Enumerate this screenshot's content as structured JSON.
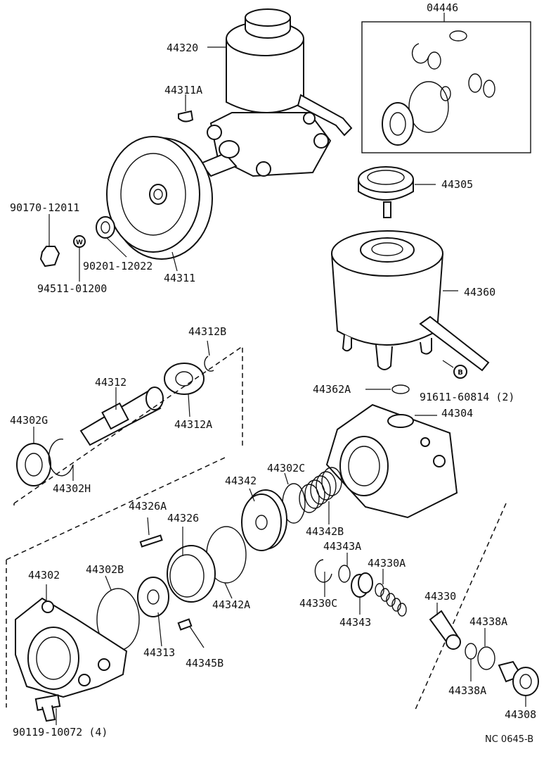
{
  "diagram": {
    "reference_code": "NC 0645-B",
    "callouts": {
      "c04446": "04446",
      "c44320": "44320",
      "c44311A": "44311A",
      "c44305": "44305",
      "c90170": "90170-12011",
      "c90201": "90201-12022",
      "c44311": "44311",
      "c94511": "94511-01200",
      "c44360": "44360",
      "c44312B": "44312B",
      "c44312": "44312",
      "c44302G": "44302G",
      "c44312A": "44312A",
      "c44362A": "44362A",
      "c91611": "91611-60814 (2)",
      "c44304": "44304",
      "c44302C": "44302C",
      "c44342": "44342",
      "c44302H": "44302H",
      "c44326A": "44326A",
      "c44326": "44326",
      "c44342B": "44342B",
      "c44343A": "44343A",
      "c44330A": "44330A",
      "c44302": "44302",
      "c44302B": "44302B",
      "c44342A": "44342A",
      "c44330C": "44330C",
      "c44343": "44343",
      "c44330": "44330",
      "c44338A_top": "44338A",
      "c44313": "44313",
      "c44345B": "44345B",
      "c44338A_bottom": "44338A",
      "c90119": "90119-10072 (4)",
      "c44308": "44308"
    },
    "badges": {
      "w": "W",
      "b": "B"
    }
  }
}
